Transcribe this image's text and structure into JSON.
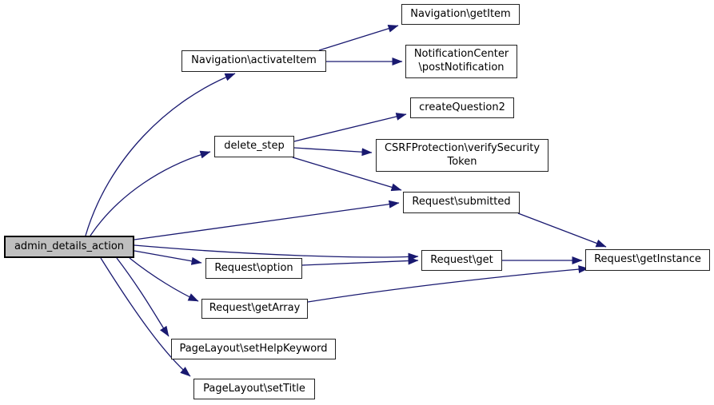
{
  "diagram": {
    "type": "call-graph",
    "colors": {
      "edge": "#191970",
      "root_node_fill": "#bfbfbf",
      "node_fill": "#ffffff",
      "node_border": "#222222",
      "background": "#ffffff"
    },
    "root": "admin_details_action",
    "nodes": {
      "admin": {
        "label": "admin_details_action"
      },
      "activate_item": {
        "label": "Navigation\\activateItem"
      },
      "get_item": {
        "label": "Navigation\\getItem"
      },
      "post_notification": {
        "label": "NotificationCenter",
        "label2": "\\postNotification"
      },
      "delete_step": {
        "label": "delete_step"
      },
      "create_question2": {
        "label": "createQuestion2"
      },
      "verify_security_token": {
        "label": "CSRFProtection\\verifySecurity",
        "label2": "Token"
      },
      "submitted": {
        "label": "Request\\submitted"
      },
      "option": {
        "label": "Request\\option"
      },
      "get": {
        "label": "Request\\get"
      },
      "get_instance": {
        "label": "Request\\getInstance"
      },
      "get_array": {
        "label": "Request\\getArray"
      },
      "set_help_keyword": {
        "label": "PageLayout\\setHelpKeyword"
      },
      "set_title": {
        "label": "PageLayout\\setTitle"
      }
    },
    "edges": [
      {
        "from": "admin_details_action",
        "to": "Navigation\\activateItem"
      },
      {
        "from": "admin_details_action",
        "to": "delete_step"
      },
      {
        "from": "admin_details_action",
        "to": "Request\\submitted"
      },
      {
        "from": "admin_details_action",
        "to": "Request\\get"
      },
      {
        "from": "admin_details_action",
        "to": "Request\\option"
      },
      {
        "from": "admin_details_action",
        "to": "Request\\getArray"
      },
      {
        "from": "admin_details_action",
        "to": "PageLayout\\setHelpKeyword"
      },
      {
        "from": "admin_details_action",
        "to": "PageLayout\\setTitle"
      },
      {
        "from": "Navigation\\activateItem",
        "to": "Navigation\\getItem"
      },
      {
        "from": "Navigation\\activateItem",
        "to": "NotificationCenter\\postNotification"
      },
      {
        "from": "delete_step",
        "to": "createQuestion2"
      },
      {
        "from": "delete_step",
        "to": "CSRFProtection\\verifySecurityToken"
      },
      {
        "from": "delete_step",
        "to": "Request\\submitted"
      },
      {
        "from": "Request\\submitted",
        "to": "Request\\getInstance"
      },
      {
        "from": "Request\\option",
        "to": "Request\\get"
      },
      {
        "from": "Request\\get",
        "to": "Request\\getInstance"
      },
      {
        "from": "Request\\getArray",
        "to": "Request\\getInstance"
      }
    ]
  }
}
